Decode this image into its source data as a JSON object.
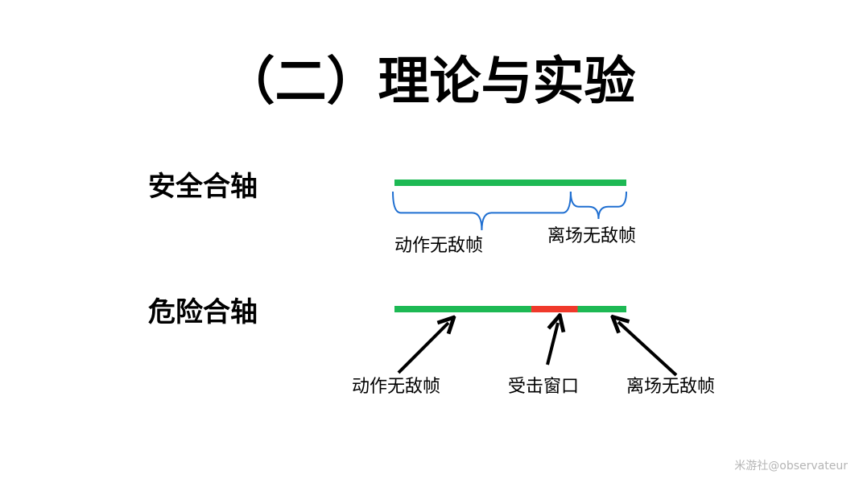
{
  "title": "（二）理论与实验",
  "safe": {
    "label": "安全合轴",
    "segments": [
      {
        "fraction": 1.0,
        "color": "#1db954"
      }
    ],
    "brace_split_fraction": 0.76,
    "annotations": [
      "动作无敌帧",
      "离场无敌帧"
    ],
    "brace_color": "#1f6fd1"
  },
  "danger": {
    "label": "危险合轴",
    "segments": [
      {
        "fraction": 0.59,
        "color": "#1db954"
      },
      {
        "fraction": 0.2,
        "color": "#f0392b"
      },
      {
        "fraction": 0.21,
        "color": "#1db954"
      }
    ],
    "annotations": [
      "动作无敌帧",
      "受击窗口",
      "离场无敌帧"
    ]
  },
  "watermark": "米游社@observateur"
}
